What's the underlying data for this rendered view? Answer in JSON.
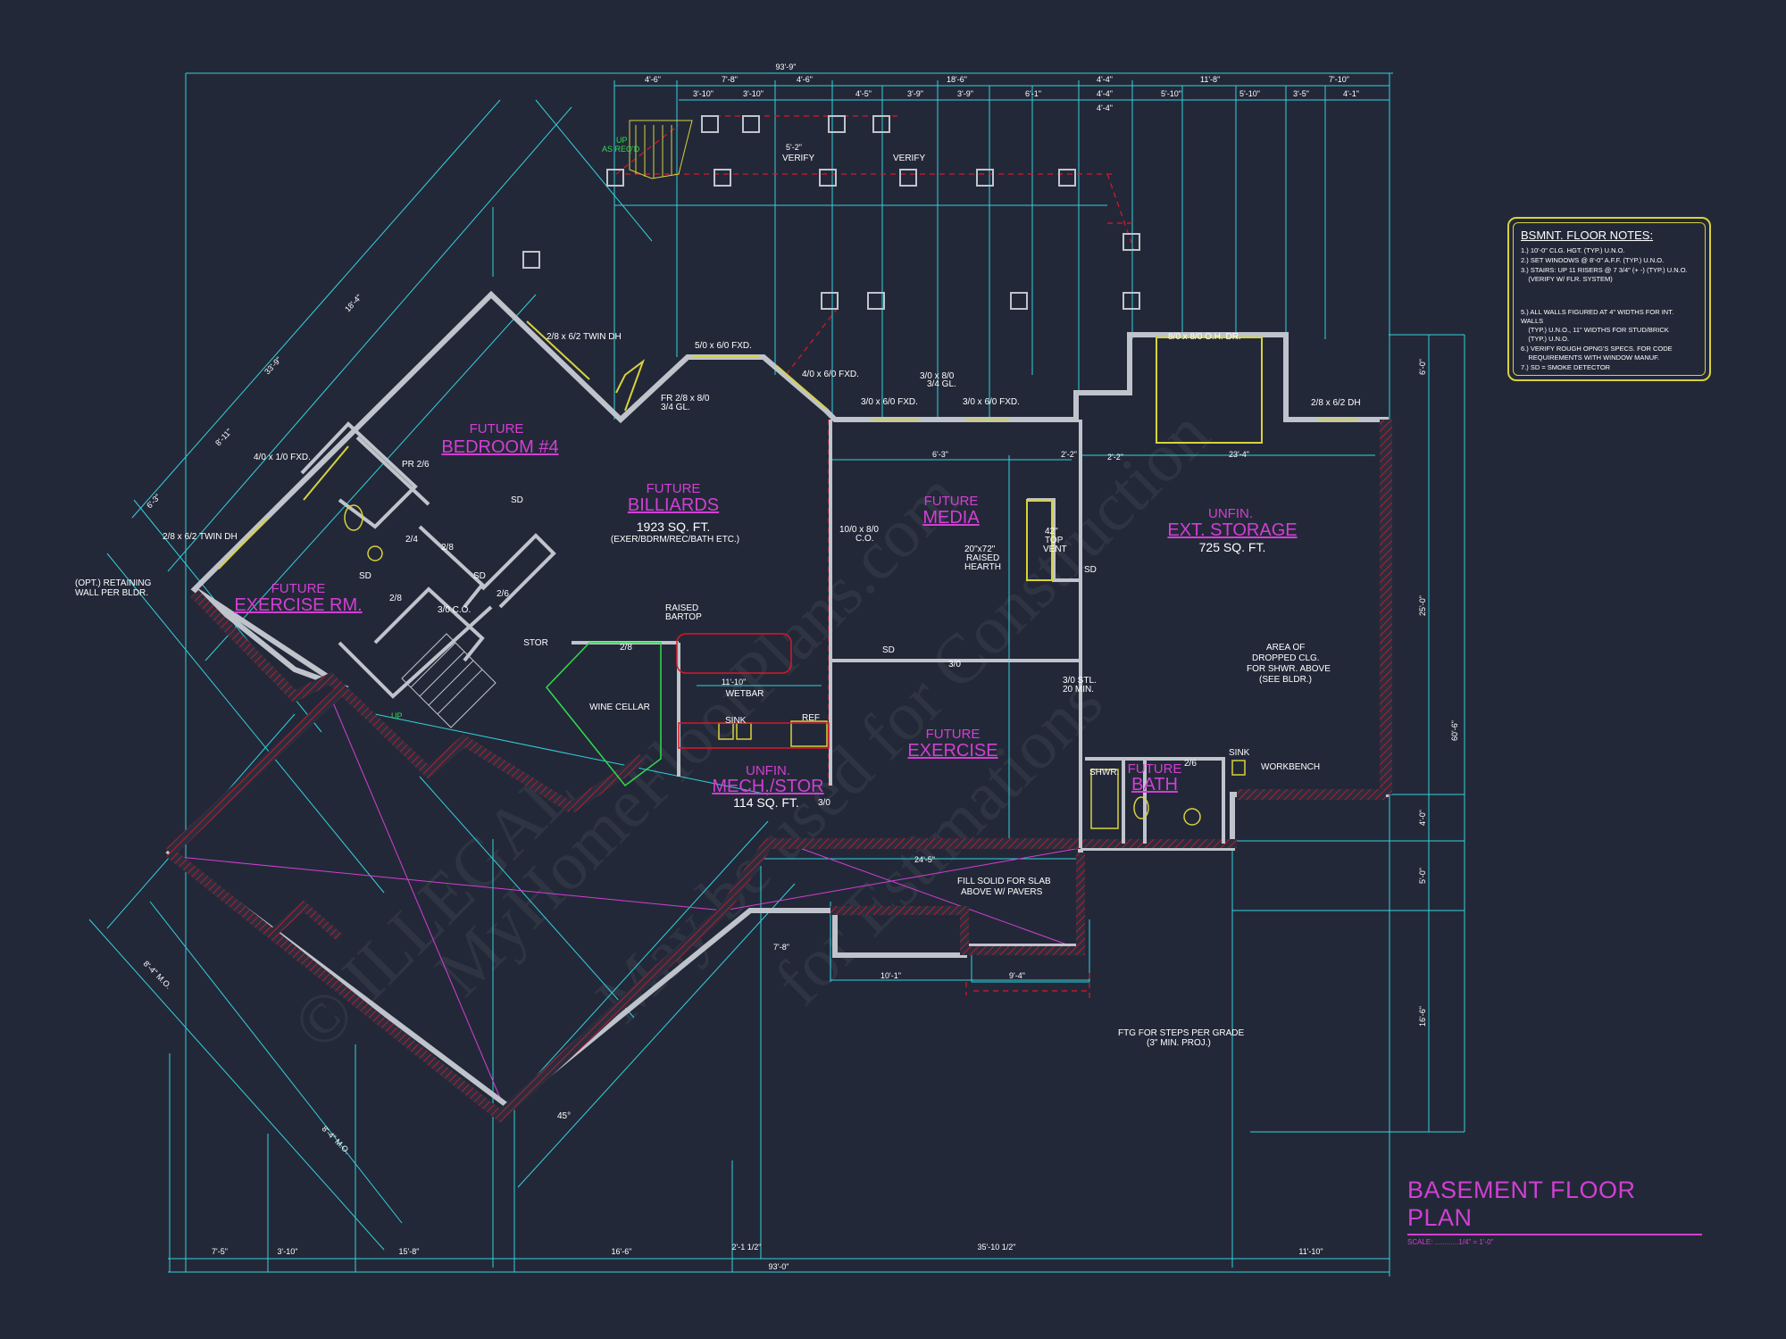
{
  "colors": {
    "background": "#232838",
    "dimension": "#32d2dc",
    "wall": "#bfc4cc",
    "hatch": "#d8182a",
    "room_label": "#d23fd3",
    "window": "#d8d23c",
    "text": "#ffffff",
    "stair_note": "#2fdc4c"
  },
  "title": {
    "text": "BASEMENT FLOOR PLAN",
    "scale": "SCALE: ............1/4\" = 1'-0\""
  },
  "notes": {
    "title": "BSMNT. FLOOR NOTES:",
    "items": [
      "1.) 10'-0\" CLG. HGT. (TYP.) U.N.O.",
      "2.) SET WINDOWS @ 8'-0\" A.F.F. (TYP.) U.N.O.",
      "3.) STAIRS: UP 11 RISERS @ 7 3/4\" (+ -) (TYP.) U.N.O.\n    (VERIFY W/ FLR. SYSTEM)",
      "5.) ALL WALLS FIGURED AT 4\" WIDTHS FOR INT. WALLS\n    (TYP.) U.N.O., 11\" WIDTHS FOR STUD/BRICK\n    (TYP.) U.N.O.",
      "6.) VERIFY ROUGH OPNG'S SPECS. FOR CODE\n    REQUIREMENTS WITH WINDOW MANUF.",
      "7.) SD = SMOKE DETECTOR"
    ]
  },
  "rooms": {
    "bedroom": {
      "tag": "FUTURE",
      "name": "BEDROOM #4"
    },
    "billiards": {
      "tag": "FUTURE",
      "name": "BILLIARDS",
      "area": "1923 SQ. FT.",
      "note": "(EXER/BDRM/REC/BATH ETC.)"
    },
    "media": {
      "tag": "FUTURE",
      "name": "MEDIA"
    },
    "storage": {
      "tag": "UNFIN.",
      "name": "EXT. STORAGE",
      "area": "725 SQ. FT."
    },
    "exercise_rm": {
      "tag": "FUTURE",
      "name": "EXERCISE RM."
    },
    "exercise": {
      "tag": "FUTURE",
      "name": "EXERCISE"
    },
    "mech": {
      "tag": "UNFIN.",
      "name": "MECH./STOR",
      "area": "114 SQ. FT."
    },
    "bath": {
      "tag": "FUTURE",
      "name": "BATH"
    },
    "wine": {
      "name": "WINE CELLAR"
    },
    "stor": {
      "name": "STOR"
    },
    "wetbar": {
      "name": "WETBAR"
    }
  },
  "labels": {
    "twin_dh_top": "2/8 x 6/2 TWIN DH",
    "twin_dh_left": "2/8 x 6/2 TWIN DH",
    "fxd_top": "5/0 x 6/0 FXD.",
    "fxd_410_top": "4/0 x 6/0 FXD.",
    "fxd_410_left": "4/0 x 1/0 FXD.",
    "fxd_30_a": "3/0 x 6/0 FXD.",
    "fxd_30_b": "3/0 x 6/0 FXD.",
    "window_810": "3/0 x 8/0",
    "window_810_b": "3/4 GL.",
    "fr_door": "FR 2/8 x 8/0",
    "fr_door_b": "3/4 GL.",
    "oh_door": "8/0 x 8/0 O.H. DR.",
    "dh_right": "2/8 x 6/2 DH",
    "retaining": "(OPT.) RETAINING",
    "retaining_b": "WALL PER BLDR.",
    "raised_bartop": "RAISED",
    "raised_bartop_b": "BARTOP",
    "co_media": "10/0 x 8/0",
    "co_media_b": "C.O.",
    "hearth_a": "20\"x72\"",
    "hearth_b": "RAISED",
    "hearth_c": "HEARTH",
    "vent_a": "42\"",
    "vent_b": "TOP",
    "vent_c": "VENT",
    "stl": "3/0 STL.",
    "stl_b": "20 MIN.",
    "dropped_a": "AREA OF",
    "dropped_b": "DROPPED CLG.",
    "dropped_c": "FOR SHWR. ABOVE",
    "dropped_d": "(SEE BLDR.)",
    "sink_bar": "SINK",
    "ref": "REF",
    "sink_ws": "SINK",
    "workbench": "WORKBENCH",
    "shwr": "SHWR.",
    "fill_a": "FILL SOLID FOR SLAB",
    "fill_b": "ABOVE W/ PAVERS",
    "ftg_a": "FTG FOR STEPS PER GRADE",
    "ftg_b": "(3\" MIN. PROJ.)",
    "up_stair": "UP",
    "as_reqd": "AS REQ'D",
    "up": "UP",
    "verify_a": "VERIFY",
    "verify_b": "VERIFY",
    "door_28a": "2/8",
    "door_28b": "2/8",
    "door_28c": "2/8",
    "door_24": "2/4",
    "door_26a": "2/6",
    "door_26b": "2/6",
    "door_30a": "3/0",
    "door_30b": "3/0",
    "door_30co": "3/0 C.O.",
    "pr_26": "PR 2/6",
    "sd_a": "SD",
    "sd_b": "SD",
    "sd_c": "SD",
    "sd_d": "SD",
    "sd_e": "SD",
    "angle": "45°",
    "mo_a": "8'-4\" M.O.",
    "mo_b": "8'-4\" M.O."
  },
  "dimensions": {
    "top_overall": "93'-9\"",
    "top_row": [
      "4'-6\"",
      "7'-8\"",
      "4'-6\"",
      "4'-5\"",
      "18'-6\"",
      "4'-4\"",
      "4'-4\"",
      "11'-8\"",
      "7'-10\""
    ],
    "top_row2": [
      "3'-10\"",
      "3'-10\"",
      "3'-9\"",
      "3'-9\"",
      "6'-1\"",
      "4'-4\"",
      "5'-10\"",
      "5'-10\"",
      "3'-5\"",
      "4'-1\""
    ],
    "bottom_overall": "93'-0\"",
    "bottom_row": [
      "7'-5\"",
      "3'-10\"",
      "15'-8\"",
      "16'-6\"",
      "2'-1 1/2\"",
      "35'-10 1/2\"",
      "11'-10\""
    ],
    "right_overall": "60'-6\"",
    "right_segments": [
      "6'-0\"",
      "25'-0\"",
      "4'-0\"",
      "5'-0\"",
      "16'-6\""
    ],
    "left_diag": [
      "33'-9\"",
      "18'-4\"",
      "8'-11\"",
      "6'-3\""
    ],
    "misc": [
      "11'-10\"",
      "24'-5\"",
      "10'-1\"",
      "9'-4\"",
      "7'-8\"",
      "5'-2\"",
      "2'-2\"",
      "6'-3\"",
      "23'-4\"",
      "2'-2\""
    ]
  }
}
